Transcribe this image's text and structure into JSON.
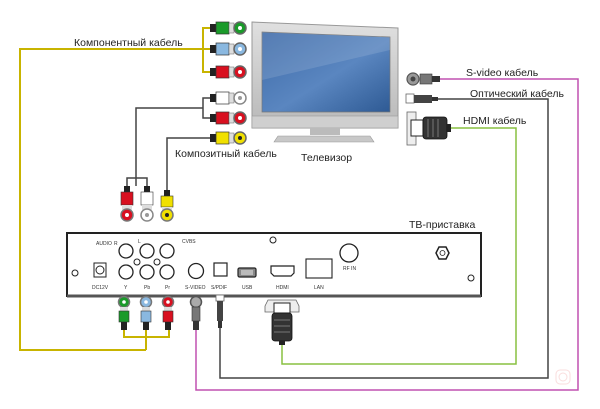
{
  "labels": {
    "component_cable": "Компонентный кабель",
    "composite_cable": "Композитный кабель",
    "tv": "Телевизор",
    "svideo_cable": "S-video кабель",
    "optical_cable": "Оптический кабель",
    "hdmi_cable": "HDMI кабель",
    "set_top_box": "ТВ-приставка"
  },
  "panel_ports": {
    "audio": "AUDIO",
    "audio_r": "R",
    "audio_l": "L",
    "cvbs": "CVBS",
    "dc": "DC12V",
    "y": "Y",
    "pb": "Pb",
    "pr": "Pr",
    "svideo": "S-VIDEO",
    "spdif": "S/PDIF",
    "usb": "USB",
    "hdmi": "HDMI",
    "lan": "LAN",
    "rfin": "RF IN"
  },
  "colors": {
    "component": "#c8b400",
    "composite": "#444444",
    "svideo": "#c050b0",
    "optical": "#444444",
    "hdmi": "#88c040",
    "rca_green": "#1a9a2a",
    "rca_blue": "#8ab8e0",
    "rca_red": "#d81020",
    "rca_yellow": "#f0e000",
    "rca_white": "#ffffff"
  }
}
